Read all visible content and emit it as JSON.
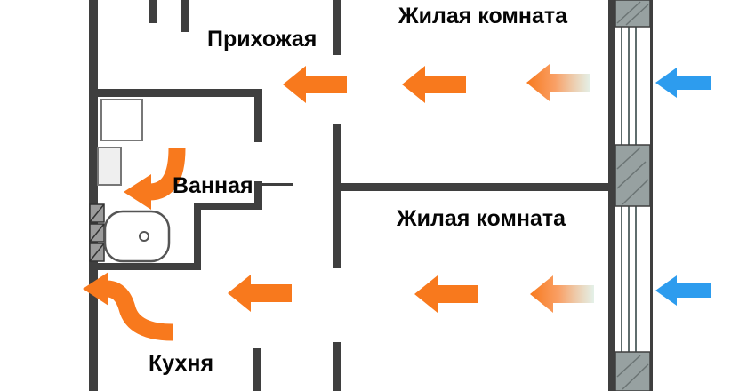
{
  "rooms": {
    "living_room_top": "Жилая комната",
    "hallway": "Прихожая",
    "bathroom": "Ванная",
    "living_room_bottom": "Жилая комната",
    "kitchen": "Кухня"
  },
  "colors": {
    "exhaust_air_arrow": "#F8791D",
    "fresh_air_arrow": "#2D9CEE",
    "walls": "#3F3F3F",
    "window_pier": "#97A1A1"
  }
}
